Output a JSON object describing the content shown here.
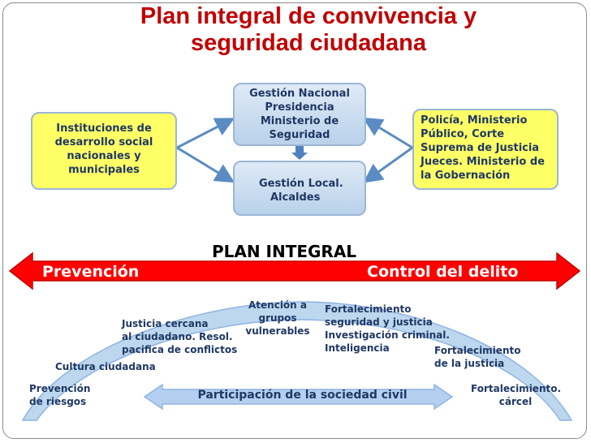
{
  "title": {
    "line1": "Plan integral de convivencia y",
    "line2": "seguridad ciudadana"
  },
  "boxes": {
    "nacional": {
      "l1": "Gestión Nacional",
      "l2": "Presidencia",
      "l3": "Ministerio de",
      "l4": "Seguridad"
    },
    "local": {
      "l1": "Gestión Local.",
      "l2": "Alcaldes"
    },
    "instituciones": {
      "l1": "Instituciones de",
      "l2": "desarrollo social",
      "l3": "nacionales y",
      "l4": "municipales"
    },
    "policia": {
      "l1": "Policía, Ministerio",
      "l2": "Público,  Corte",
      "l3": "Suprema de Justicia",
      "l4": "Jueces. Ministerio de",
      "l5": "la Gobernación"
    }
  },
  "plan": {
    "title": "PLAN INTEGRAL",
    "left": "Prevención",
    "right": "Control del delito"
  },
  "arc_labels": {
    "atencion": {
      "l1": "Atención a",
      "l2": "grupos",
      "l3": "vulnerables"
    },
    "fortalecimiento_seg": {
      "l1": "Fortalecimiento",
      "l2": "seguridad y justicia",
      "l3": "Investigación criminal.",
      "l4": "Inteligencia"
    },
    "justicia_cercana": {
      "l1": "Justicia cercana",
      "l2": "al ciudadano. Resol.",
      "l3": "pacifica de conflictos"
    },
    "fortalecimiento_just": {
      "l1": "Fortalecimiento",
      "l2": "de la justicia"
    },
    "cultura": "Cultura ciudadana",
    "prevencion_riesgos": {
      "l1": "Prevención",
      "l2": "de riesgos"
    },
    "carcel": {
      "l1": "Fortalecimiento.",
      "l2": "cárcel"
    }
  },
  "participacion": "Participación de la sociedad civil",
  "colors": {
    "title": "#c00000",
    "red_arrow": "#ff0000",
    "text": "#1f3864",
    "yellow": "#ffff66",
    "blue": "#b9d1ea"
  }
}
